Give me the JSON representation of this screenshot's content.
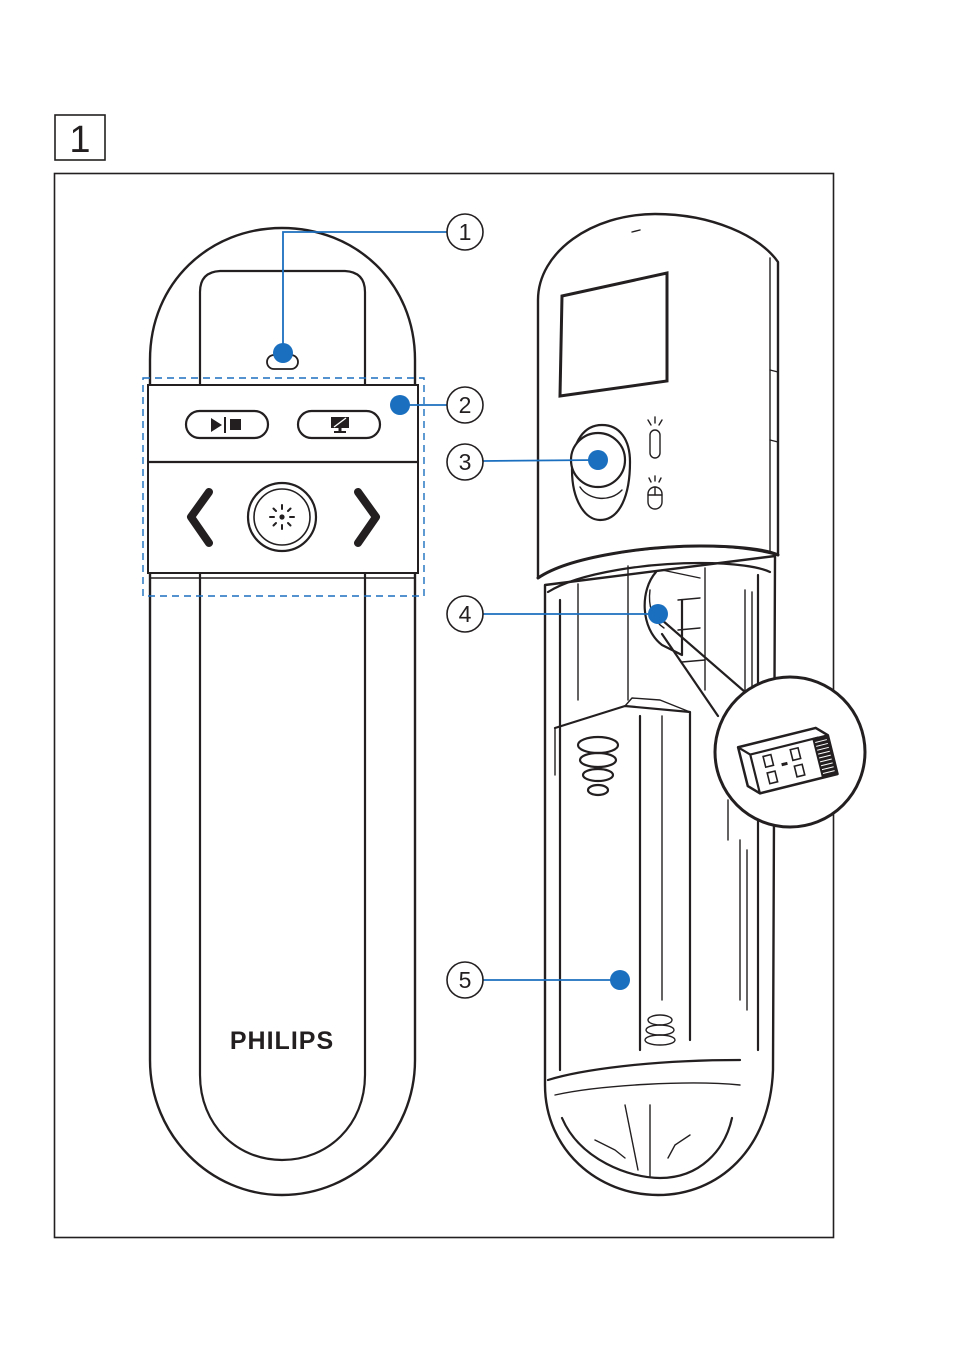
{
  "figure": {
    "label": "1"
  },
  "callouts": [
    "1",
    "2",
    "3",
    "4",
    "5"
  ],
  "front_view": {
    "brand": "PHILIPS",
    "icons": {
      "laser_window": "laser-window-icon",
      "play_stop": "play-stop-icon",
      "screen": "screen-blank-icon",
      "laser_button": "laser-pointer-icon",
      "previous": "chevron-left-icon",
      "next": "chevron-right-icon"
    }
  },
  "back_view": {
    "icons": {
      "laser_mode": "laser-mode-icon",
      "mouse_mode": "mouse-mode-icon",
      "usb_receiver": "usb-receiver-icon"
    }
  },
  "colors": {
    "accent": "#1b6fbf",
    "line": "#231f20",
    "background": "#ffffff"
  }
}
